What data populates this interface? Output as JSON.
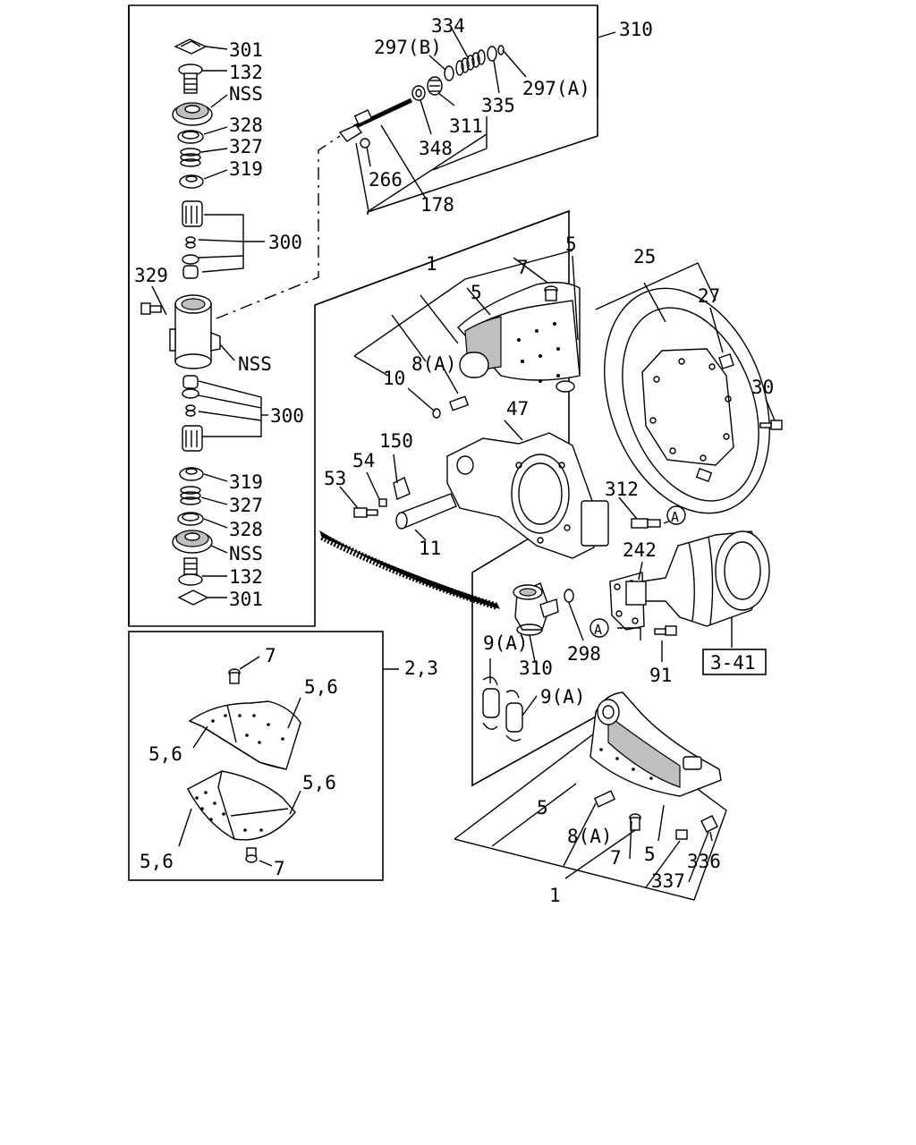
{
  "diagram": {
    "callouts": {
      "c310_top": "310",
      "c301_top": "301",
      "c132_top": "132",
      "nss_top": "NSS",
      "c328_top": "328",
      "c327_top": "327",
      "c319_top": "319",
      "c300_top": "300",
      "c329": "329",
      "nss_mid": "NSS",
      "c300_bot": "300",
      "c319_bot": "319",
      "c327_bot": "327",
      "c328_bot": "328",
      "nss_bot": "NSS",
      "c132_bot": "132",
      "c301_bot": "301",
      "c334": "334",
      "c297b": "297(B)",
      "c297a": "297(A)",
      "c335": "335",
      "c311": "311",
      "c348": "348",
      "c266": "266",
      "c178": "178",
      "c1_top": "1",
      "c7_top": "7",
      "c5_top_a": "5",
      "c5_top_b": "5",
      "c8a_top": "8(A)",
      "c10": "10",
      "c25": "25",
      "c27": "27",
      "c30": "30",
      "c47": "47",
      "c150": "150",
      "c54": "54",
      "c53": "53",
      "c11": "11",
      "c312": "312",
      "c242": "242",
      "c298": "298",
      "c310_mid": "310",
      "c9a_left": "9(A)",
      "c9a_right": "9(A)",
      "c91": "91",
      "ref_3_41": "3-41",
      "c2_3": "2,3",
      "c7_kit_top": "7",
      "c56_a": "5,6",
      "c56_b": "5,6",
      "c56_c": "5,6",
      "c56_d": "5,6",
      "c7_kit_bot": "7",
      "c5_bot_a": "5",
      "c8a_bot": "8(A)",
      "c7_bot": "7",
      "c5_bot_b": "5",
      "c336": "336",
      "c337": "337",
      "c1_bot": "1",
      "circ_a1": "A",
      "circ_a2": "A"
    }
  }
}
